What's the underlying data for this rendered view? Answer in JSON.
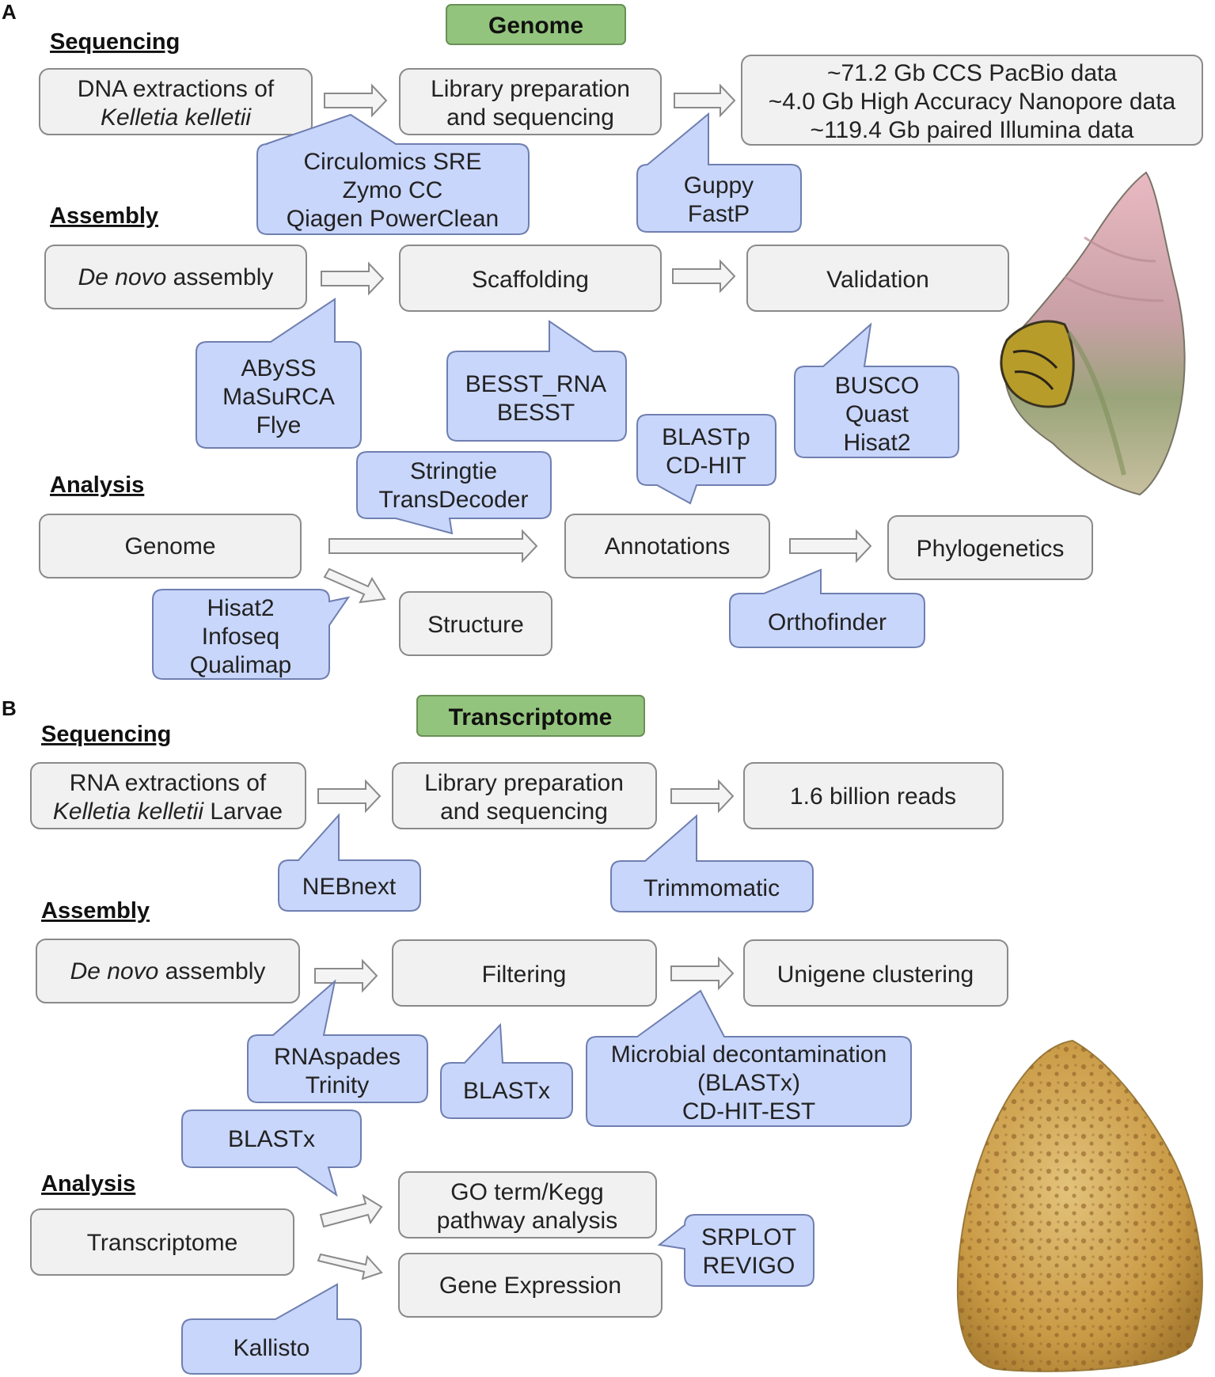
{
  "colors": {
    "step_fill": "#f1f1f1",
    "step_stroke": "#8a8a8a",
    "tool_fill": "#c9d6fb",
    "tool_stroke": "#6f7fb0",
    "banner_fill": "#93c47d",
    "banner_stroke": "#6a8f57",
    "arrow_fill": "#f4f4f4",
    "arrow_stroke": "#8a8a8a"
  },
  "panel_a": {
    "letter": "A",
    "banner": "Genome",
    "sections": {
      "sequencing": "Sequencing",
      "assembly": "Assembly",
      "analysis": "Analysis"
    },
    "steps": {
      "dna_extractions": {
        "line1": "DNA extractions of",
        "line2": "Kelletia kelletii"
      },
      "library_prep": {
        "line1": "Library preparation",
        "line2": "and sequencing"
      },
      "data_output": {
        "line1": "~71.2 Gb CCS PacBio data",
        "line2": "~4.0 Gb High Accuracy Nanopore data",
        "line3": "~119.4 Gb paired Illumina data"
      },
      "de_novo": {
        "italic": "De novo",
        "rest": " assembly"
      },
      "scaffolding": "Scaffolding",
      "validation": "Validation",
      "genome": "Genome",
      "annotations": "Annotations",
      "phylogenetics": "Phylogenetics",
      "structure": "Structure"
    },
    "tools": {
      "extraction_kits": [
        "Circulomics SRE",
        "Zymo CC",
        "Qiagen PowerClean"
      ],
      "qc": [
        "Guppy",
        "FastP"
      ],
      "assemblers": [
        "ABySS",
        "MaSuRCA",
        "Flye"
      ],
      "scaffolders": [
        "BESST_RNA",
        "BESST"
      ],
      "validators": [
        "BUSCO",
        "Quast",
        "Hisat2"
      ],
      "annotation_tools": [
        "Stringtie",
        "TransDecoder"
      ],
      "protein_tools": [
        "BLASTp",
        "CD-HIT"
      ],
      "structure_tools": [
        "Hisat2",
        "Infoseq",
        "Qualimap"
      ],
      "phylo_tools": [
        "Orthofinder"
      ]
    },
    "image": "adult-snail-shell"
  },
  "panel_b": {
    "letter": "B",
    "banner": "Transcriptome",
    "sections": {
      "sequencing": "Sequencing",
      "assembly": "Assembly",
      "analysis": "Analysis"
    },
    "steps": {
      "rna_extractions": {
        "line1": "RNA extractions of",
        "line2_italic": "Kelletia kelletii",
        "line2_rest": " Larvae"
      },
      "library_prep": {
        "line1": "Library preparation",
        "line2": "and sequencing"
      },
      "reads": "1.6 billion reads",
      "de_novo": {
        "italic": "De novo",
        "rest": " assembly"
      },
      "filtering": "Filtering",
      "unigene": "Unigene clustering",
      "transcriptome": "Transcriptome",
      "go_kegg": {
        "line1": "GO term/Kegg",
        "line2": "pathway analysis"
      },
      "gene_expression": "Gene Expression"
    },
    "tools": {
      "library_kit": [
        "NEBnext"
      ],
      "trimming": [
        "Trimmomatic"
      ],
      "assemblers": [
        "RNAspades",
        "Trinity"
      ],
      "filter_tool": [
        "BLASTx"
      ],
      "decontam": [
        "Microbial decontamination",
        "(BLASTx)",
        "CD-HIT-EST"
      ],
      "go_tool": [
        "BLASTx"
      ],
      "plot_tools": [
        "SRPLOT",
        "REVIGO"
      ],
      "quant_tool": [
        "Kallisto"
      ]
    },
    "image": "larva-veliger"
  }
}
